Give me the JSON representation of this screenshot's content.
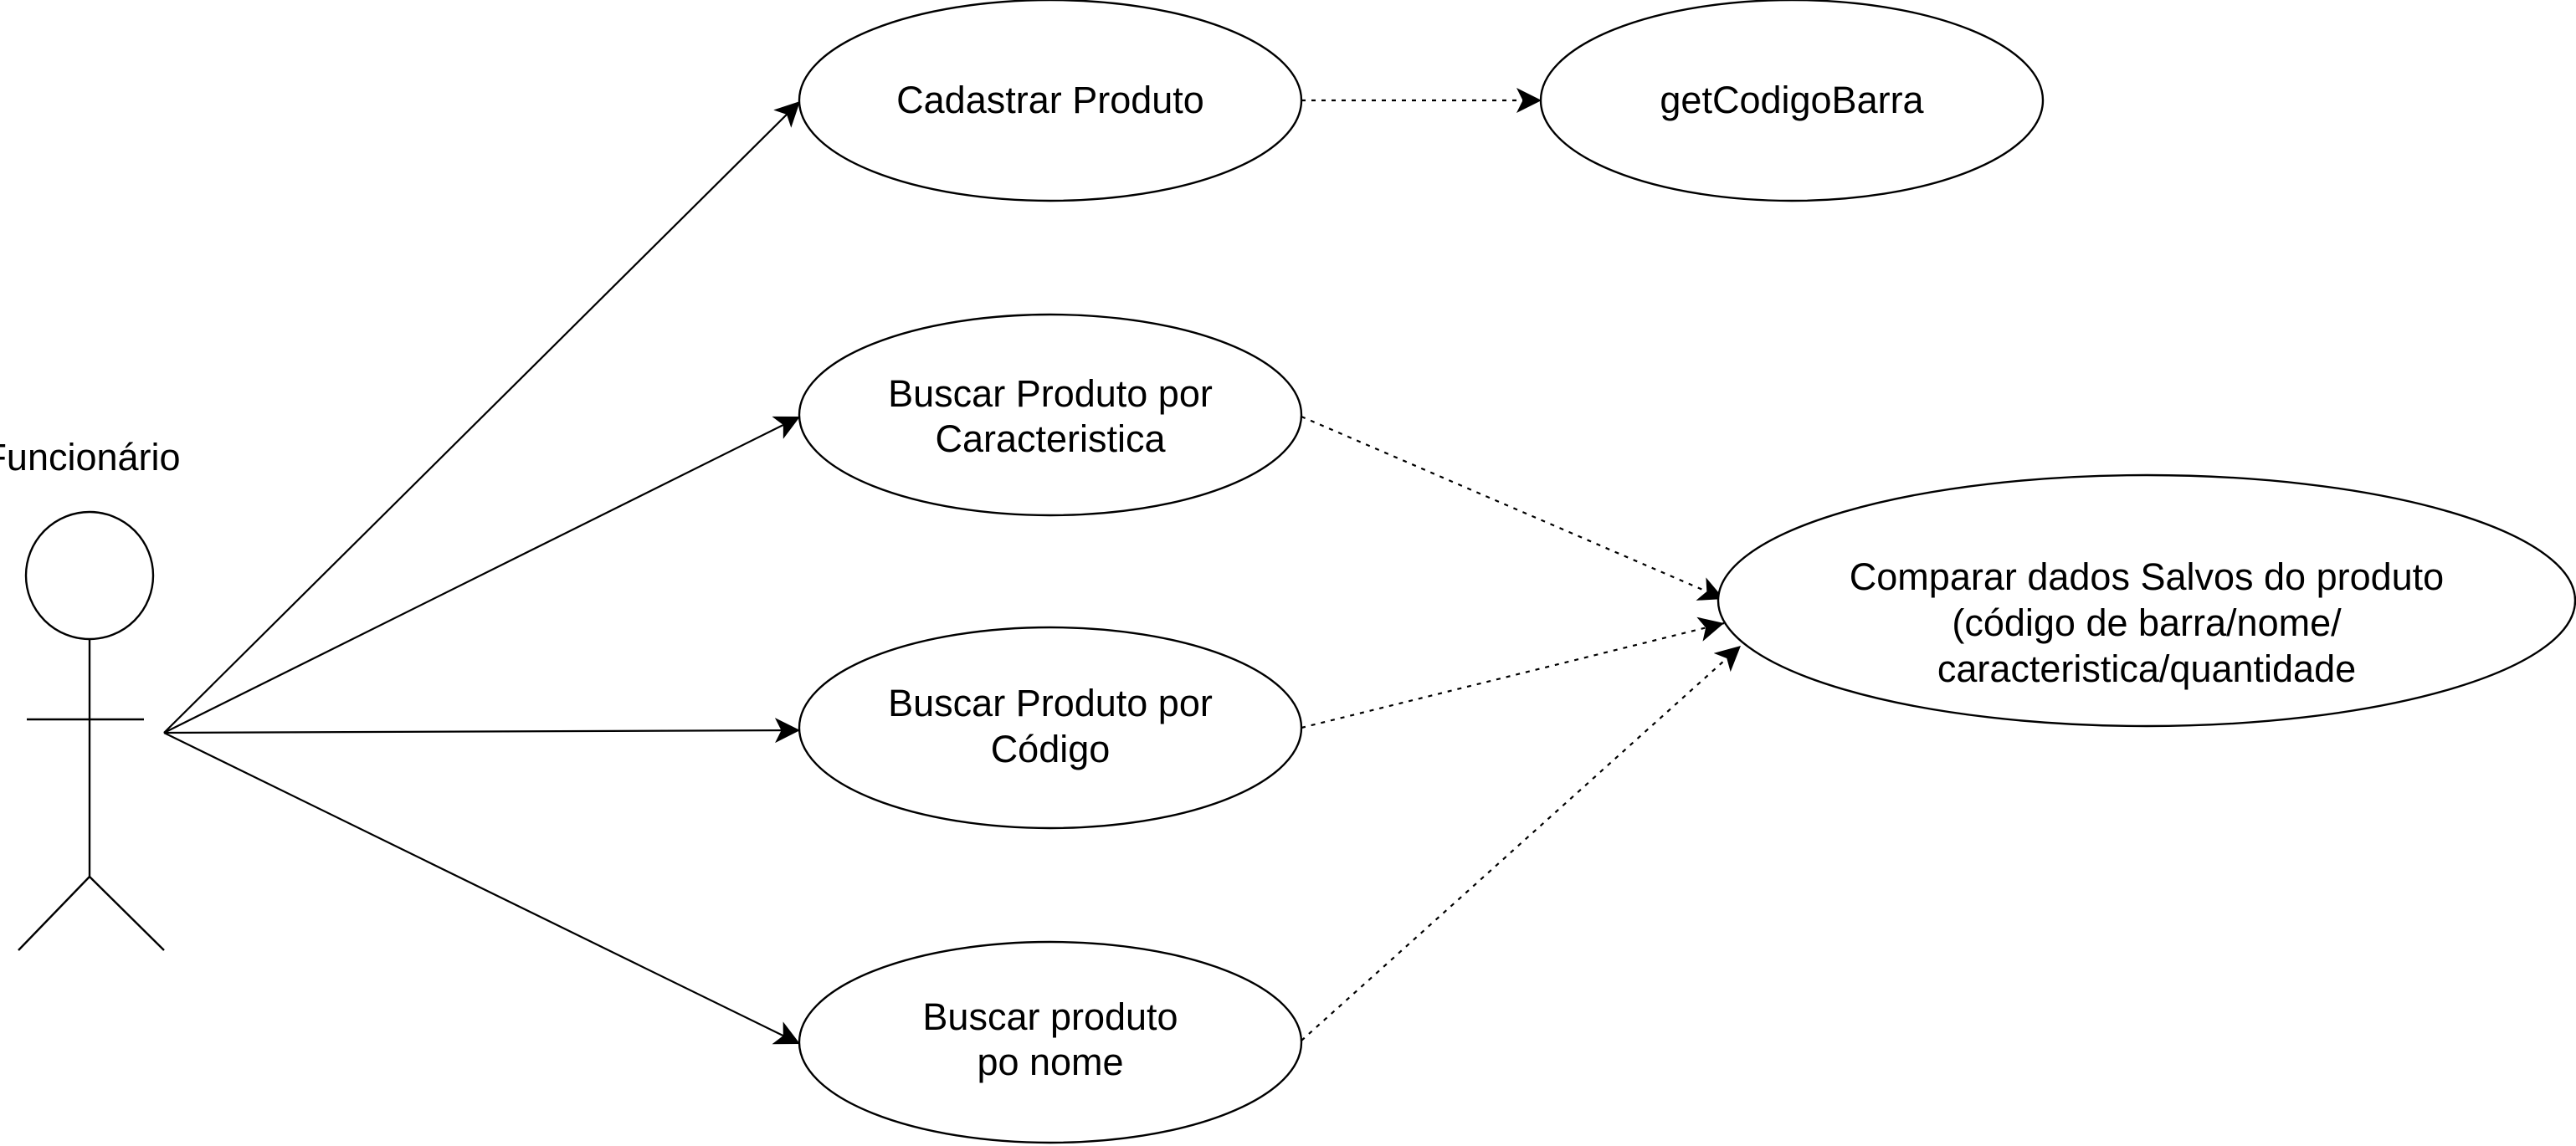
{
  "actor": {
    "name": "Funcionário"
  },
  "use_cases": {
    "cadastrar": {
      "lines": [
        "Cadastrar Produto"
      ]
    },
    "get_codigo": {
      "lines": [
        "getCodigoBarra"
      ]
    },
    "buscar_caracteristica": {
      "lines": [
        "Buscar Produto por",
        "Caracteristica"
      ]
    },
    "buscar_codigo": {
      "lines": [
        "Buscar Produto por",
        "Código"
      ]
    },
    "buscar_nome": {
      "lines": [
        "Buscar produto",
        "po nome"
      ]
    },
    "comparar": {
      "lines": [
        "Comparar dados Salvos do produto",
        "(código de barra/nome/",
        "caracteristica/quantidade"
      ]
    }
  },
  "relations": [
    {
      "from": "actor",
      "to": "cadastrar",
      "kind": "association"
    },
    {
      "from": "actor",
      "to": "buscar_caracteristica",
      "kind": "association"
    },
    {
      "from": "actor",
      "to": "buscar_codigo",
      "kind": "association"
    },
    {
      "from": "actor",
      "to": "buscar_nome",
      "kind": "association"
    },
    {
      "from": "cadastrar",
      "to": "get_codigo",
      "kind": "dependency"
    },
    {
      "from": "buscar_caracteristica",
      "to": "comparar",
      "kind": "dependency"
    },
    {
      "from": "buscar_codigo",
      "to": "comparar",
      "kind": "dependency"
    },
    {
      "from": "buscar_nome",
      "to": "comparar",
      "kind": "dependency"
    }
  ]
}
